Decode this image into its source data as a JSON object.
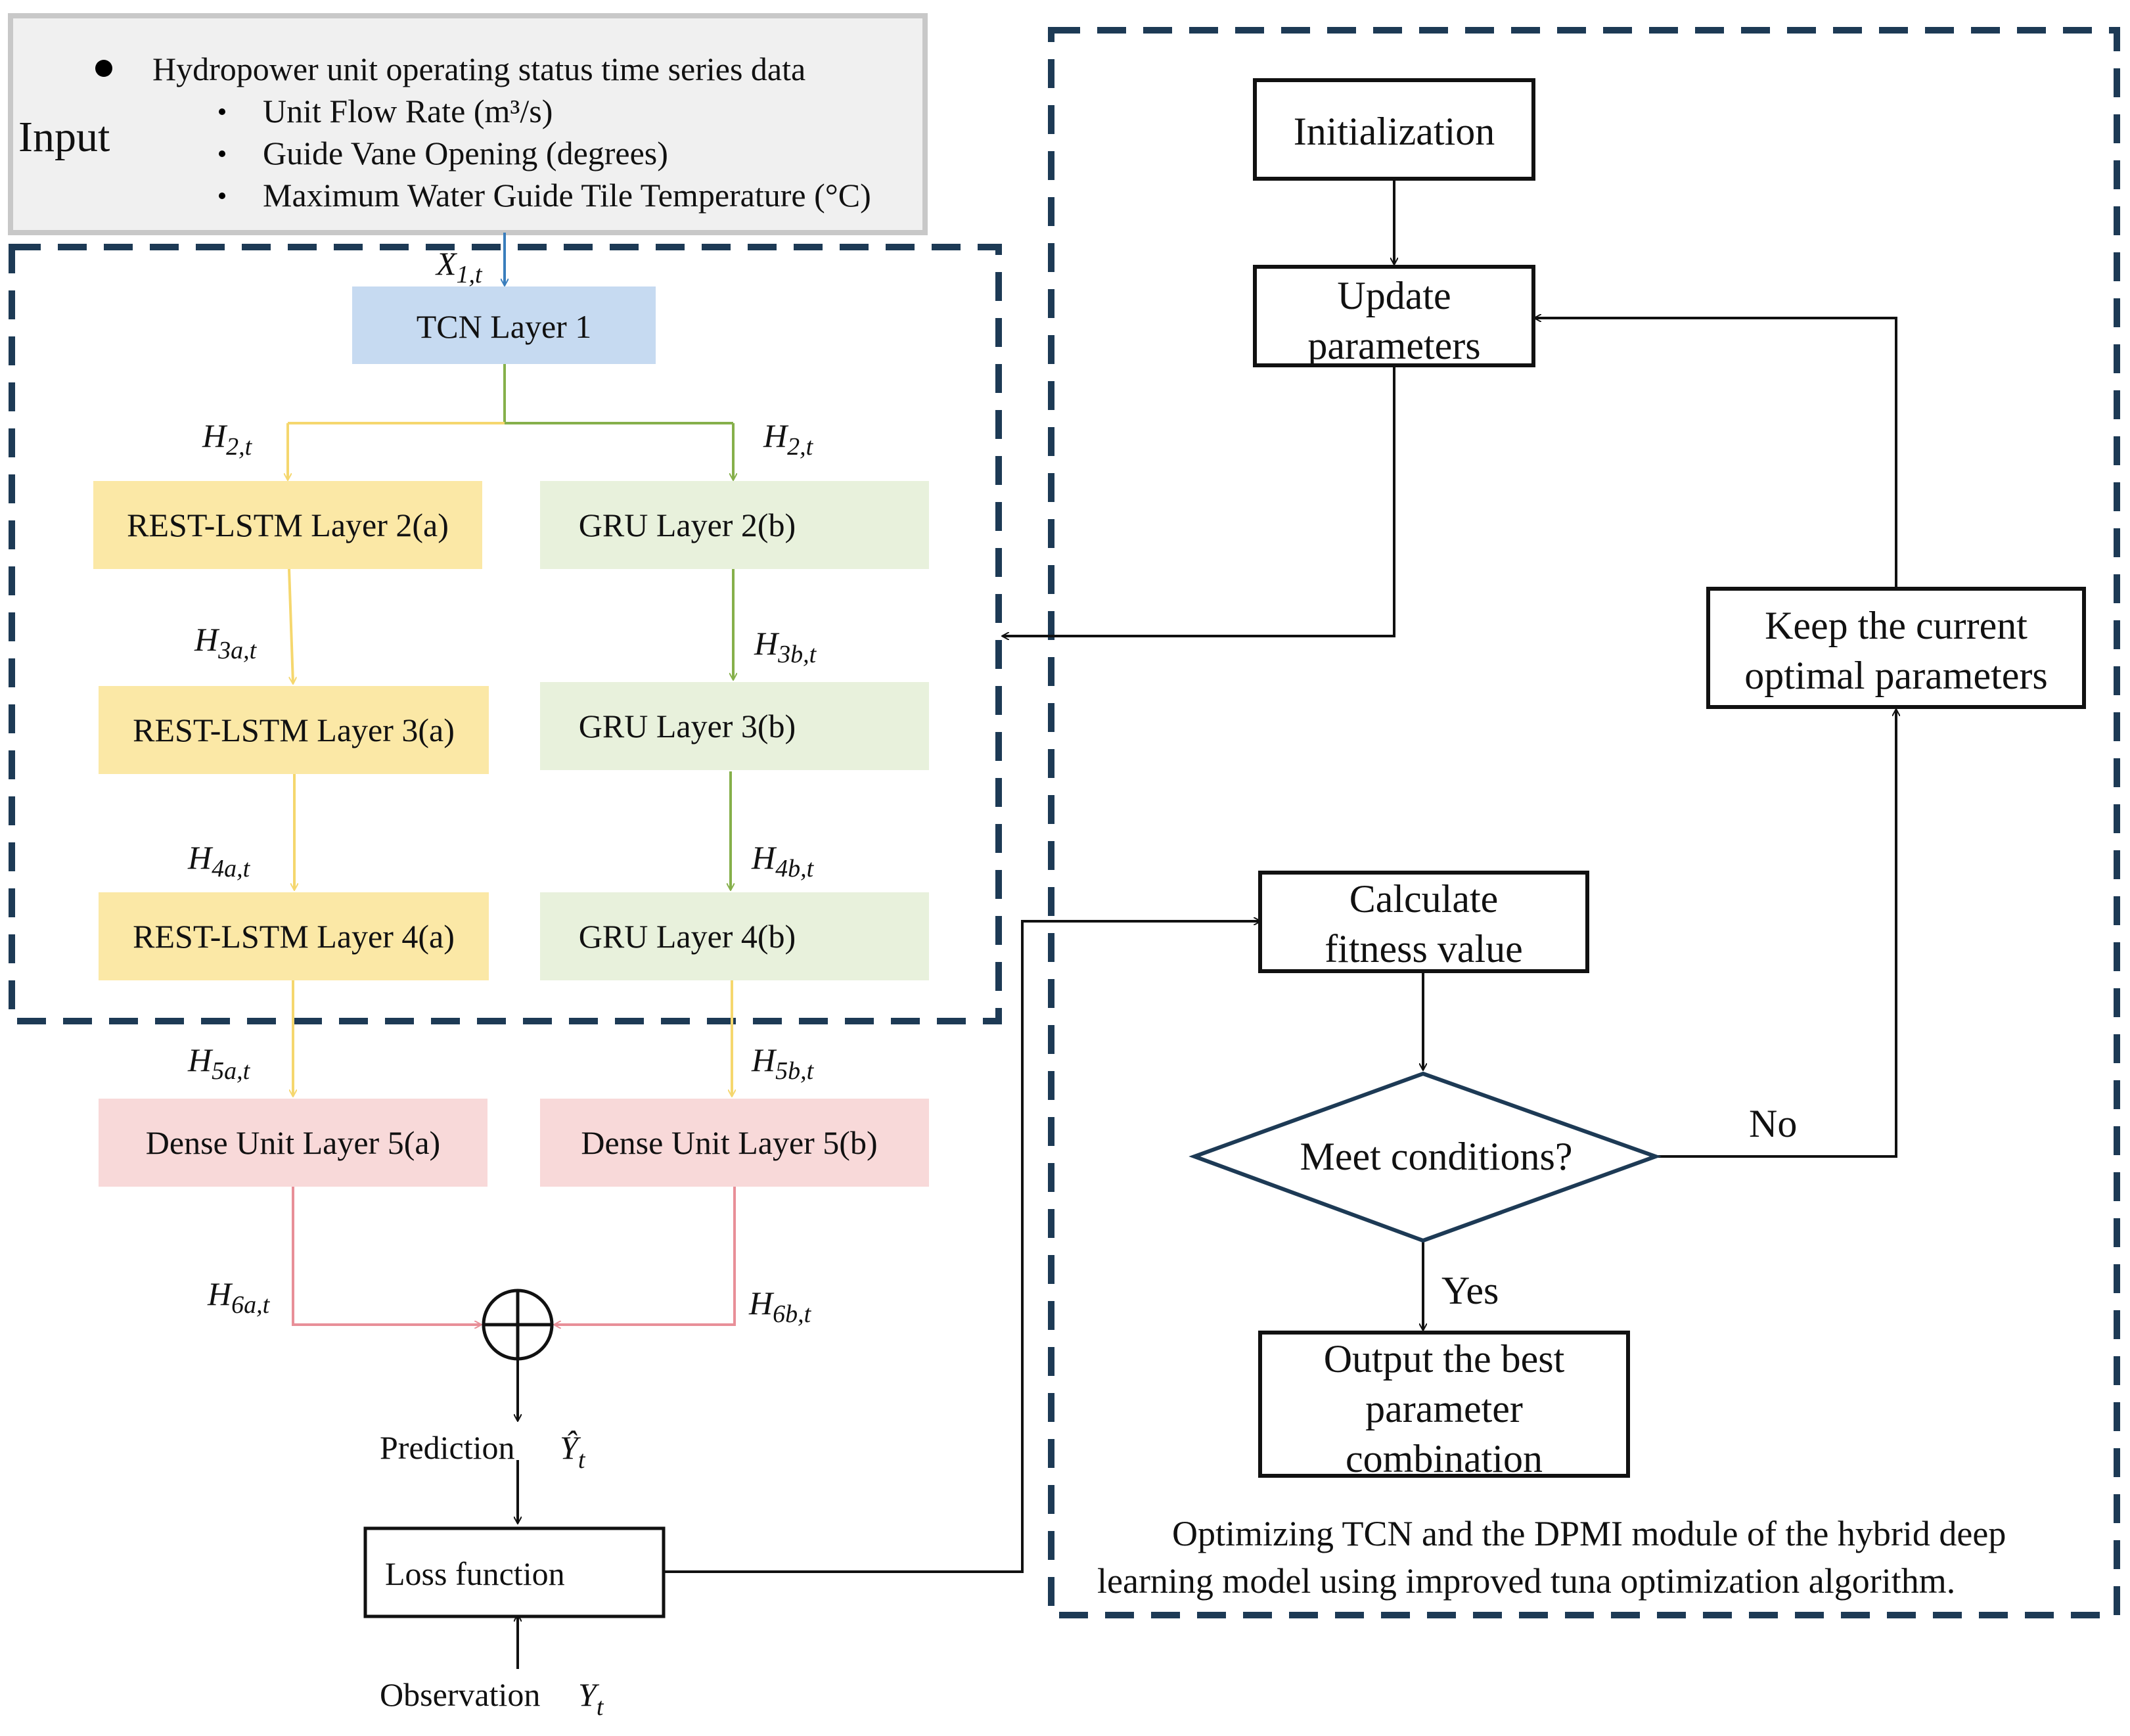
{
  "input": {
    "title": "Input",
    "bullet_main": "Hydropower unit operating status time series data",
    "sub_items": [
      "Unit Flow Rate (m³/s)",
      "Guide Vane Opening (degrees)",
      "Maximum Water Guide Tile Temperature (°C)"
    ]
  },
  "model": {
    "tcn": "TCN Layer 1",
    "branch_a": [
      "REST-LSTM Layer 2(a)",
      "REST-LSTM Layer 3(a)",
      "REST-LSTM Layer 4(a)",
      "Dense Unit Layer 5(a)"
    ],
    "branch_b": [
      "GRU Layer 2(b)",
      "GRU Layer 3(b)",
      "GRU Layer 4(b)",
      "Dense Unit Layer 5(b)"
    ],
    "prediction": "Prediction",
    "loss": "Loss function",
    "observation": "Observation"
  },
  "symbols": {
    "x1": {
      "main": "X",
      "sub": "1,t"
    },
    "h2a": {
      "main": "H",
      "sub": "2,t"
    },
    "h2b": {
      "main": "H",
      "sub": "2,t"
    },
    "h3a": {
      "main": "H",
      "sub": "3a,t"
    },
    "h3b": {
      "main": "H",
      "sub": "3b,t"
    },
    "h4a": {
      "main": "H",
      "sub": "4a,t"
    },
    "h4b": {
      "main": "H",
      "sub": "4b,t"
    },
    "h5a": {
      "main": "H",
      "sub": "5a,t"
    },
    "h5b": {
      "main": "H",
      "sub": "5b,t"
    },
    "h6a": {
      "main": "H",
      "sub": "6a,t"
    },
    "h6b": {
      "main": "H",
      "sub": "6b,t"
    },
    "yhat": {
      "main": "Ŷ",
      "sub": "t"
    },
    "y": {
      "main": "Y",
      "sub": "t"
    }
  },
  "optimizer": {
    "init": "Initialization",
    "update": [
      "Update",
      "parameters"
    ],
    "fitness": [
      "Calculate",
      "fitness value"
    ],
    "condition": "Meet conditions?",
    "keep": [
      "Keep the current",
      "optimal parameters"
    ],
    "output": [
      "Output the best",
      "parameter",
      "combination"
    ],
    "no": "No",
    "yes": "Yes",
    "caption": [
      "Optimizing TCN and the DPMI module of the hybrid deep",
      "learning model using improved tuna optimization algorithm."
    ]
  },
  "colors": {
    "tcn": "#c6daf1",
    "lstm": "#fbe8a6",
    "gru": "#e8f1dc",
    "dense": "#f8d9d9",
    "yellow_line": "#f5d76e",
    "green_line": "#86b04b",
    "pink_line": "#e88f98",
    "blue_line": "#3a7ebd",
    "dash": "#1d3a55",
    "diamond": "#1d3a55"
  }
}
